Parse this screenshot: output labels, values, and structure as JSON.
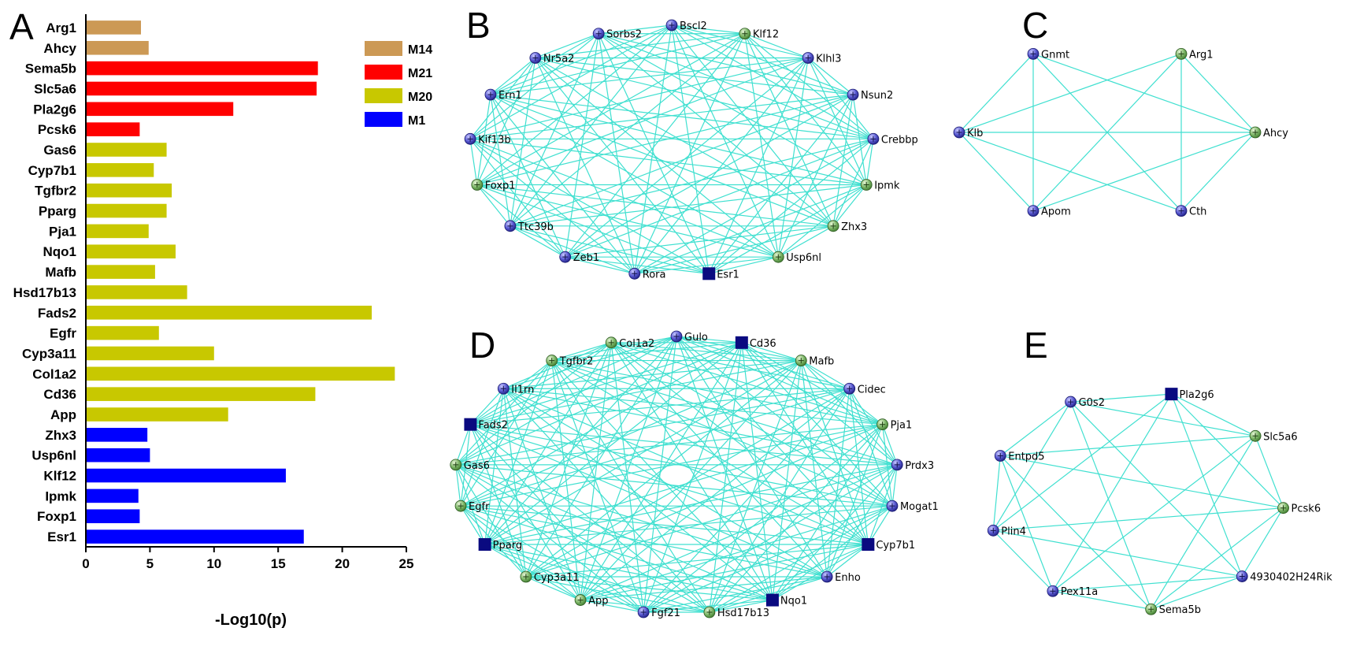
{
  "panels": {
    "a": "A",
    "b": "B",
    "c": "C",
    "d": "D",
    "e": "E"
  },
  "chart_data": {
    "type": "bar",
    "orientation": "horizontal",
    "xlabel": "-Log10(p)",
    "xlim": [
      0,
      25
    ],
    "xticks": [
      "0",
      "5",
      "10",
      "15",
      "20",
      "25"
    ],
    "legend": [
      "M14",
      "M21",
      "M20",
      "M1"
    ],
    "legend_position": "top-right",
    "colors": {
      "M14": "#cc9955",
      "M21": "#ff0000",
      "M20": "#c8c800",
      "M1": "#0000ff"
    },
    "categories": [
      "Arg1",
      "Ahcy",
      "Sema5b",
      "Slc5a6",
      "Pla2g6",
      "Pcsk6",
      "Gas6",
      "Cyp7b1",
      "Tgfbr2",
      "Pparg",
      "Pja1",
      "Nqo1",
      "Mafb",
      "Hsd17b13",
      "Fads2",
      "Egfr",
      "Cyp3a11",
      "Col1a2",
      "Cd36",
      "App",
      "Zhx3",
      "Usp6nl",
      "Klf12",
      "Ipmk",
      "Foxp1",
      "Esr1"
    ],
    "modules": [
      "M14",
      "M14",
      "M21",
      "M21",
      "M21",
      "M21",
      "M20",
      "M20",
      "M20",
      "M20",
      "M20",
      "M20",
      "M20",
      "M20",
      "M20",
      "M20",
      "M20",
      "M20",
      "M20",
      "M20",
      "M1",
      "M1",
      "M1",
      "M1",
      "M1",
      "M1"
    ],
    "values": [
      4.3,
      4.9,
      18.1,
      18.0,
      11.5,
      4.2,
      6.3,
      5.3,
      6.7,
      6.3,
      4.9,
      7.0,
      5.4,
      7.9,
      22.3,
      5.7,
      10.0,
      24.1,
      17.9,
      11.1,
      4.8,
      5.0,
      15.6,
      4.1,
      4.2,
      17.0
    ]
  },
  "networks": {
    "edge_color": "#40e0d0",
    "node_colors": {
      "blue": "#5a5ad2",
      "green": "#7fb86a",
      "square": "#0a0a80"
    },
    "B": {
      "nodes": [
        {
          "label": "Bscl2",
          "kind": "blue"
        },
        {
          "label": "Klf12",
          "kind": "green"
        },
        {
          "label": "Klhl3",
          "kind": "blue"
        },
        {
          "label": "Nsun2",
          "kind": "blue"
        },
        {
          "label": "Crebbp",
          "kind": "blue"
        },
        {
          "label": "Ipmk",
          "kind": "green"
        },
        {
          "label": "Zhx3",
          "kind": "green"
        },
        {
          "label": "Usp6nl",
          "kind": "green"
        },
        {
          "label": "Esr1",
          "kind": "square"
        },
        {
          "label": "Rora",
          "kind": "blue"
        },
        {
          "label": "Zeb1",
          "kind": "blue"
        },
        {
          "label": "Ttc39b",
          "kind": "blue"
        },
        {
          "label": "Foxp1",
          "kind": "green"
        },
        {
          "label": "Kif13b",
          "kind": "blue"
        },
        {
          "label": "Ern1",
          "kind": "blue"
        },
        {
          "label": "Nr5a2",
          "kind": "blue"
        },
        {
          "label": "Sorbs2",
          "kind": "blue"
        }
      ]
    },
    "C": {
      "nodes": [
        {
          "label": "Arg1",
          "kind": "green"
        },
        {
          "label": "Ahcy",
          "kind": "green"
        },
        {
          "label": "Cth",
          "kind": "blue"
        },
        {
          "label": "Apom",
          "kind": "blue"
        },
        {
          "label": "Klb",
          "kind": "blue"
        },
        {
          "label": "Gnmt",
          "kind": "blue"
        }
      ]
    },
    "D": {
      "nodes": [
        {
          "label": "Gulo",
          "kind": "blue"
        },
        {
          "label": "Cd36",
          "kind": "square"
        },
        {
          "label": "Mafb",
          "kind": "green"
        },
        {
          "label": "Cidec",
          "kind": "blue"
        },
        {
          "label": "Pja1",
          "kind": "green"
        },
        {
          "label": "Prdx3",
          "kind": "blue"
        },
        {
          "label": "Mogat1",
          "kind": "blue"
        },
        {
          "label": "Cyp7b1",
          "kind": "square"
        },
        {
          "label": "Enho",
          "kind": "blue"
        },
        {
          "label": "Nqo1",
          "kind": "square"
        },
        {
          "label": "Hsd17b13",
          "kind": "green"
        },
        {
          "label": "Fgf21",
          "kind": "blue"
        },
        {
          "label": "App",
          "kind": "green"
        },
        {
          "label": "Cyp3a11",
          "kind": "green"
        },
        {
          "label": "Pparg",
          "kind": "square"
        },
        {
          "label": "Egfr",
          "kind": "green"
        },
        {
          "label": "Gas6",
          "kind": "green"
        },
        {
          "label": "Fads2",
          "kind": "square"
        },
        {
          "label": "Il1rn",
          "kind": "blue"
        },
        {
          "label": "Tgfbr2",
          "kind": "green"
        },
        {
          "label": "Col1a2",
          "kind": "green"
        }
      ]
    },
    "E": {
      "nodes": [
        {
          "label": "Pla2g6",
          "kind": "square"
        },
        {
          "label": "Slc5a6",
          "kind": "green"
        },
        {
          "label": "Pcsk6",
          "kind": "green"
        },
        {
          "label": "4930402H24Rik",
          "kind": "blue"
        },
        {
          "label": "Sema5b",
          "kind": "green"
        },
        {
          "label": "Pex11a",
          "kind": "blue"
        },
        {
          "label": "Plin4",
          "kind": "blue"
        },
        {
          "label": "Entpd5",
          "kind": "blue"
        },
        {
          "label": "G0s2",
          "kind": "blue"
        }
      ]
    }
  }
}
